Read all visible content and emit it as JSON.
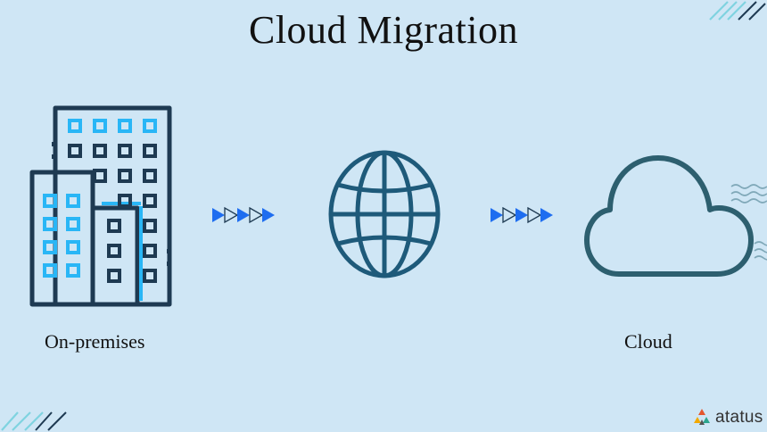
{
  "title": "Cloud Migration",
  "source_label": "On-premises",
  "target_label": "Cloud",
  "brand_name": "atatus",
  "icons": {
    "source": "office-building-icon",
    "middle": "globe-icon",
    "target": "cloud-icon",
    "flow": "arrow-right-icon"
  },
  "colors": {
    "background": "#cfe6f5",
    "outline": "#1e3a52",
    "accent_cyan": "#29b6f6",
    "arrow_blue": "#1e6df0",
    "cloud_stroke": "#2d5f6f"
  }
}
